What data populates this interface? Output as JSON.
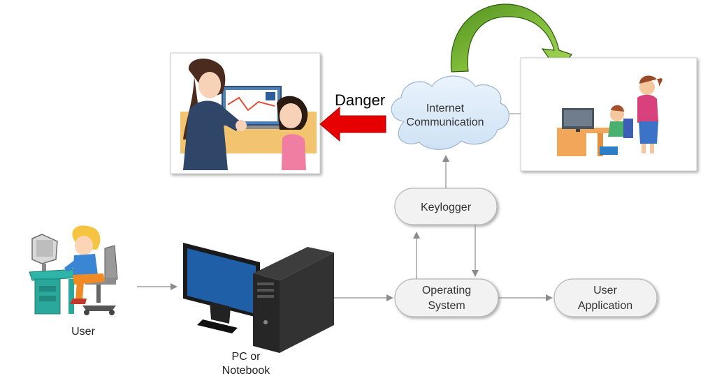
{
  "nodes": {
    "internet": {
      "line1": "Internet",
      "line2": "Communication"
    },
    "keylogger": {
      "label": "Keylogger"
    },
    "os": {
      "line1": "Operating",
      "line2": "System"
    },
    "user_app": {
      "line1": "User",
      "line2": "Application"
    }
  },
  "labels": {
    "danger": "Danger",
    "user": "User",
    "pc_line1": "PC or",
    "pc_line2": "Notebook"
  },
  "colors": {
    "danger_arrow": "#e60000",
    "curved_arrow": "#70ad2f",
    "cloud_fill": "#dbe9f7",
    "node_fill": "#f2f2f2",
    "connector": "#8c8c8c"
  },
  "icons": [
    "user-at-computer-icon",
    "desktop-pc-icon",
    "teacher-warning-child-icon",
    "parent-watching-child-icon",
    "cloud-icon"
  ]
}
